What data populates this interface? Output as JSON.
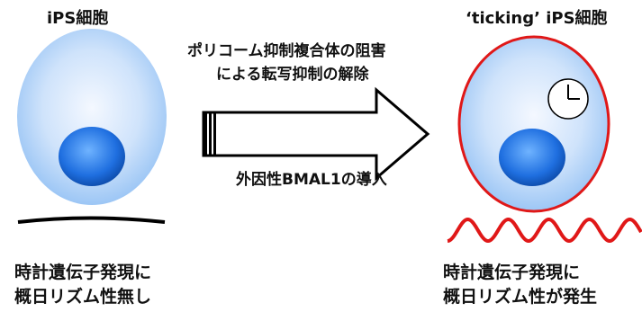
{
  "left_cell": {
    "title": "iPS細胞",
    "description": [
      "時計遺伝子発現に",
      "概日リズム性無し"
    ]
  },
  "right_cell": {
    "title": "‘ticking’ iPS細胞",
    "description": [
      "時計遺伝子発現に",
      "概日リズム性が発生"
    ]
  },
  "arrow": {
    "label_top": [
      "ポリコーム抑制複合体の阻害",
      "による転写抑制の解除"
    ],
    "label_bottom": "外因性BMAL1の導入"
  },
  "colors": {
    "cell_fill": "#cfe3fb",
    "nucleus": "#1f6fe0",
    "right_cell_outline": "#e01818",
    "rhythmic_wave": "#e01818",
    "flat_line": "#000000"
  },
  "icons": [
    "clock-icon"
  ]
}
